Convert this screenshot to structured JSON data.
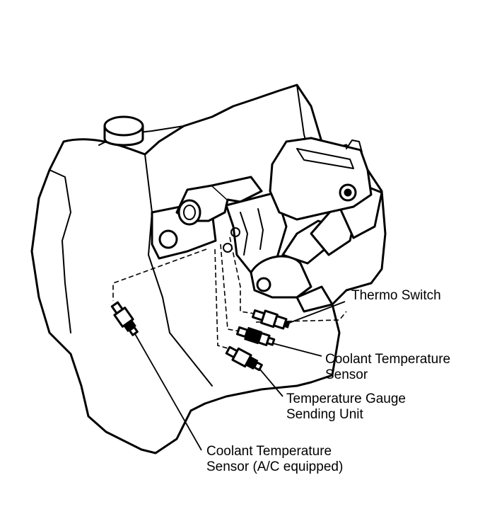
{
  "labels": {
    "thermo_switch": [
      "Thermo Switch"
    ],
    "coolant_temp_sensor": [
      "Coolant Temperature",
      "Sensor"
    ],
    "temp_gauge_unit": [
      "Temperature Gauge",
      "Sending Unit"
    ],
    "coolant_temp_sensor_ac": [
      "Coolant Temperature",
      "Sensor (A/C equipped)"
    ]
  }
}
